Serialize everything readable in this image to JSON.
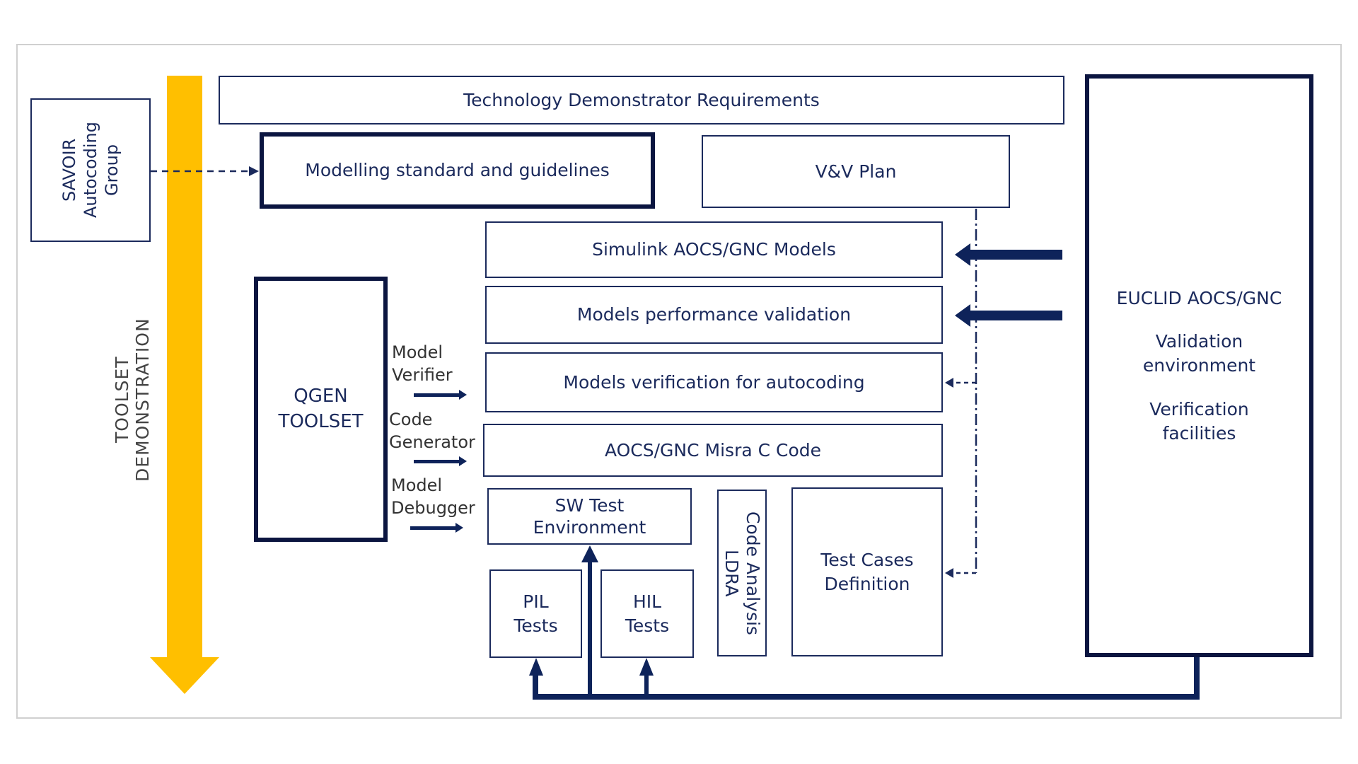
{
  "diagram": {
    "colors": {
      "navy": "#1b2a5c",
      "dark_navy": "#0b1540",
      "arrow_navy": "#0e235a",
      "yellow": "#ffbf00",
      "frame_gray": "#d0d0d0"
    },
    "side_label": "TOOLSET DEMONSTRATION",
    "savoir": "SAVOIR\nAutocoding\nGroup",
    "requirements": "Technology Demonstrator Requirements",
    "modelling": "Modelling standard and guidelines",
    "vv_plan": "V&V Plan",
    "simulink": "Simulink AOCS/GNC Models",
    "performance": "Models performance validation",
    "verification": "Models verification for autocoding",
    "misra": "AOCS/GNC Misra C Code",
    "sw_test": "SW Test\nEnvironment",
    "code_analysis": "Code Analysis\nLDRA",
    "test_cases": "Test Cases\nDefinition",
    "pil": "PIL\nTests",
    "hil": "HIL\nTests",
    "qgen": "QGEN\nTOOLSET",
    "qgen_tools": {
      "verifier": "Model\nVerifier",
      "generator": "Code\nGenerator",
      "debugger": "Model\nDebugger"
    },
    "euclid": {
      "title": "EUCLID AOCS/GNC",
      "validation": "Validation\nenvironment",
      "verification": "Verification\nfacilities"
    }
  }
}
